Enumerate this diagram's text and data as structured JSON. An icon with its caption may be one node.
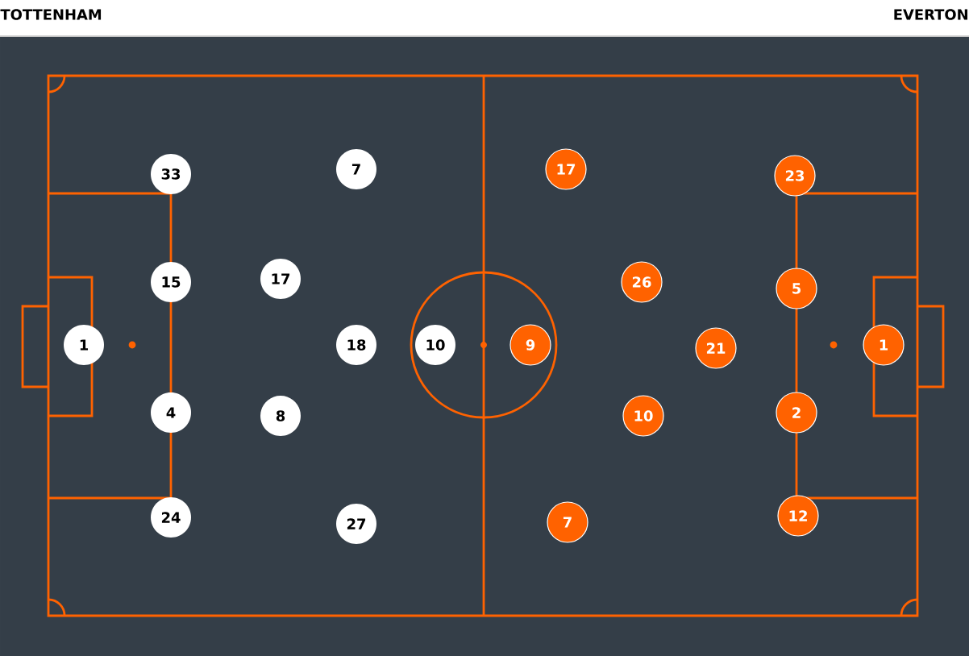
{
  "diagram": {
    "nodes": [
      {
        "text": [
          "1"
        ]
      },
      {
        "text": [
          "33"
        ]
      },
      {
        "text": [
          "15"
        ]
      },
      {
        "text": [
          "4"
        ]
      },
      {
        "text": [
          "24"
        ]
      },
      {
        "text": [
          "17"
        ]
      },
      {
        "text": [
          "8"
        ]
      },
      {
        "text": [
          "7"
        ]
      },
      {
        "text": [
          "18"
        ]
      },
      {
        "text": [
          "27"
        ]
      },
      {
        "text": [
          "10"
        ]
      },
      {
        "text": [
          "9"
        ]
      },
      {
        "text": [
          "17"
        ]
      },
      {
        "text": [
          "26"
        ]
      },
      {
        "text": [
          "10"
        ]
      },
      {
        "text": [
          "7"
        ]
      },
      {
        "text": [
          "21"
        ]
      },
      {
        "text": [
          "23"
        ]
      },
      {
        "text": [
          "5"
        ]
      },
      {
        "text": [
          "2"
        ]
      },
      {
        "text": [
          "12"
        ]
      },
      {
        "text": [
          "1"
        ]
      }
    ],
    "labels": [
      "TOTTENHAM",
      "EVERTON"
    ]
  }
}
